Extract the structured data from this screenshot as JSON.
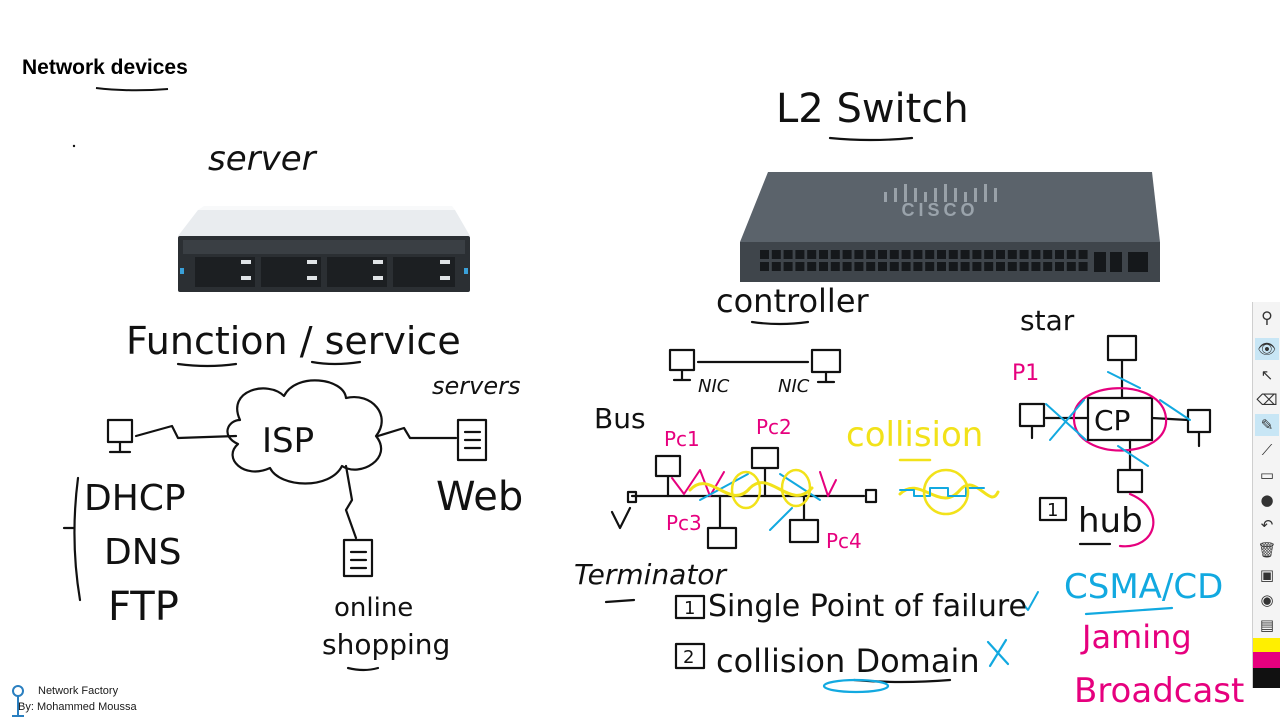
{
  "page": {
    "title": "Network devices"
  },
  "labels": {
    "server": "server",
    "function_service": "Function / service",
    "isp": "ISP",
    "servers": "servers",
    "web": "Web",
    "dhcp": "DHCP",
    "dns": "DNS",
    "ftp": "FTP",
    "online": "online",
    "shopping": "shopping",
    "l2_switch": "L2 Switch",
    "controller": "controller",
    "nic1": "NIC",
    "nic2": "NIC",
    "bus": "Bus",
    "pc1": "Pc1",
    "pc2": "Pc2",
    "pc3": "Pc3",
    "pc4": "Pc4",
    "collision": "collision",
    "terminator": "Terminator",
    "star": "star",
    "p1": "P1",
    "cp": "CP",
    "hub_num": "1",
    "hub": "hub",
    "spof_num": "1",
    "spof": "Single Point of failure",
    "cd_num": "2",
    "cd": "collision Domain",
    "csma": "CSMA/CD",
    "jaming": "Jaming",
    "broadcast": "Broadcast",
    "switch_brand": "CISCO"
  },
  "colors": {
    "ink": "#111111",
    "magenta": "#e6007e",
    "cyan": "#12a9e0",
    "yellow": "#f2e21a",
    "switch_body": "#4a5159",
    "server_body": "#2b2f33"
  },
  "footer": {
    "line1": "Network Factory",
    "line2": "By: Mohammed Moussa"
  },
  "toolbar": {
    "tools": [
      "pin-icon",
      "eye-icon",
      "pointer-icon",
      "eraser-icon",
      "pen-icon",
      "line-icon",
      "highlighter-icon",
      "dot-icon",
      "undo-icon",
      "trash-icon",
      "screen-icon",
      "camera-icon",
      "clipboard-icon"
    ]
  }
}
